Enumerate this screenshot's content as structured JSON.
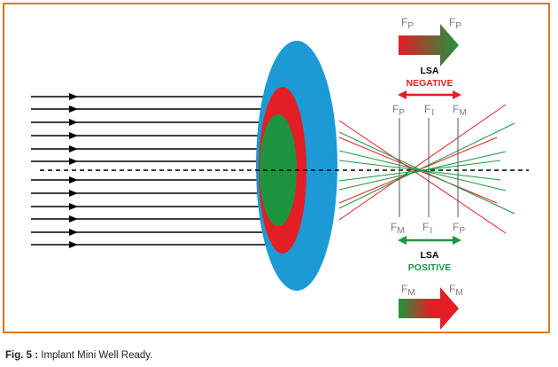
{
  "colors": {
    "frame": "#d9781f",
    "lens_outer": "#1b9ad6",
    "lens_middle": "#e31e24",
    "lens_inner": "#1d9540",
    "negative": "#e31e24",
    "positive": "#1d9540",
    "ray": "#000000",
    "label_grey": "#7a7a7a"
  },
  "top_section": {
    "arrow_left_label": "F",
    "arrow_left_sub": "P",
    "arrow_right_label": "F",
    "arrow_right_sub": "P",
    "title": "LSA",
    "subtitle": "NEGATIVE",
    "foci": [
      {
        "label": "F",
        "sub": "P"
      },
      {
        "label": "F",
        "sub": "I"
      },
      {
        "label": "F",
        "sub": "M"
      }
    ]
  },
  "bottom_section": {
    "foci": [
      {
        "label": "F",
        "sub": "M"
      },
      {
        "label": "F",
        "sub": "I"
      },
      {
        "label": "F",
        "sub": "P"
      }
    ],
    "title": "LSA",
    "subtitle": "POSITIVE",
    "arrow_left_label": "F",
    "arrow_left_sub": "M",
    "arrow_right_label": "F",
    "arrow_right_sub": "M"
  },
  "caption": {
    "prefix": "Fig. 5 :",
    "text": " Implant Mini Well Ready."
  }
}
